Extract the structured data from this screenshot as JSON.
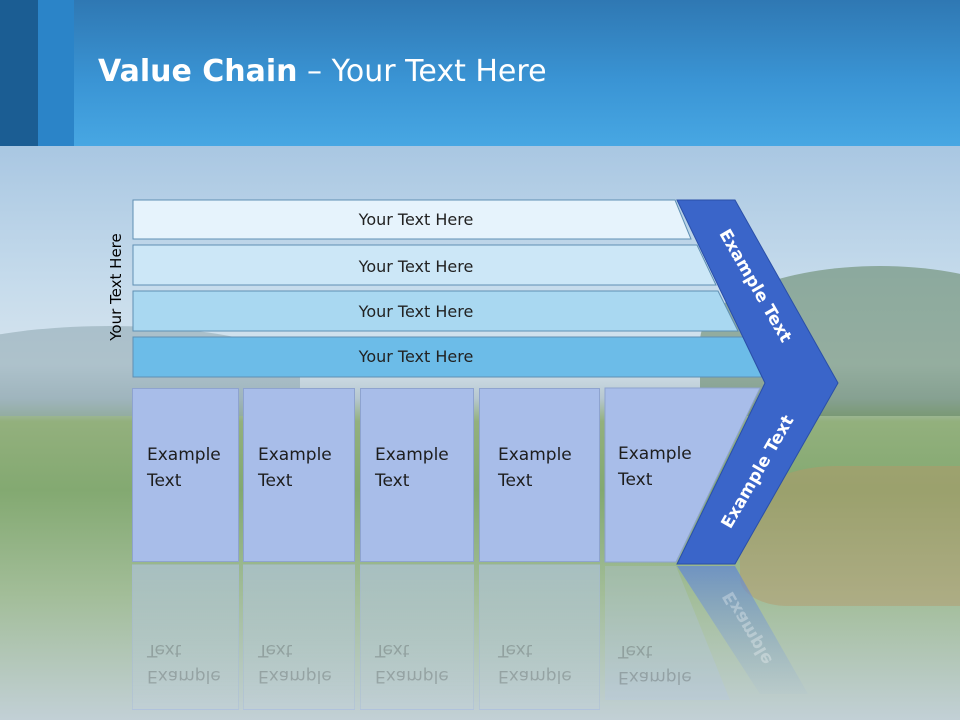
{
  "slide": {
    "title_bold": "Value Chain",
    "title_rest": " – Your Text Here",
    "side_label": "Your Text Here",
    "bars": [
      {
        "label": "Your Text Here"
      },
      {
        "label": "Your Text Here"
      },
      {
        "label": "Your Text Here"
      },
      {
        "label": "Your Text Here"
      }
    ],
    "boxes": [
      {
        "line1": "Example",
        "line2": "Text"
      },
      {
        "line1": "Example",
        "line2": "Text"
      },
      {
        "line1": "Example",
        "line2": "Text"
      },
      {
        "line1": "Example",
        "line2": "Text"
      },
      {
        "line1": "Example",
        "line2": "Text"
      }
    ],
    "chevron_upper": "Example Text",
    "chevron_lower": "Example Text",
    "chevron_reflection": "Example"
  },
  "colors": {
    "header": "#3a94d4",
    "bar1": "#e6f3fc",
    "bar2": "#cce7f7",
    "bar3": "#a9d8f1",
    "bar4": "#6cbce8",
    "box": "#a8bde9",
    "chevron": "#3a65c9"
  }
}
